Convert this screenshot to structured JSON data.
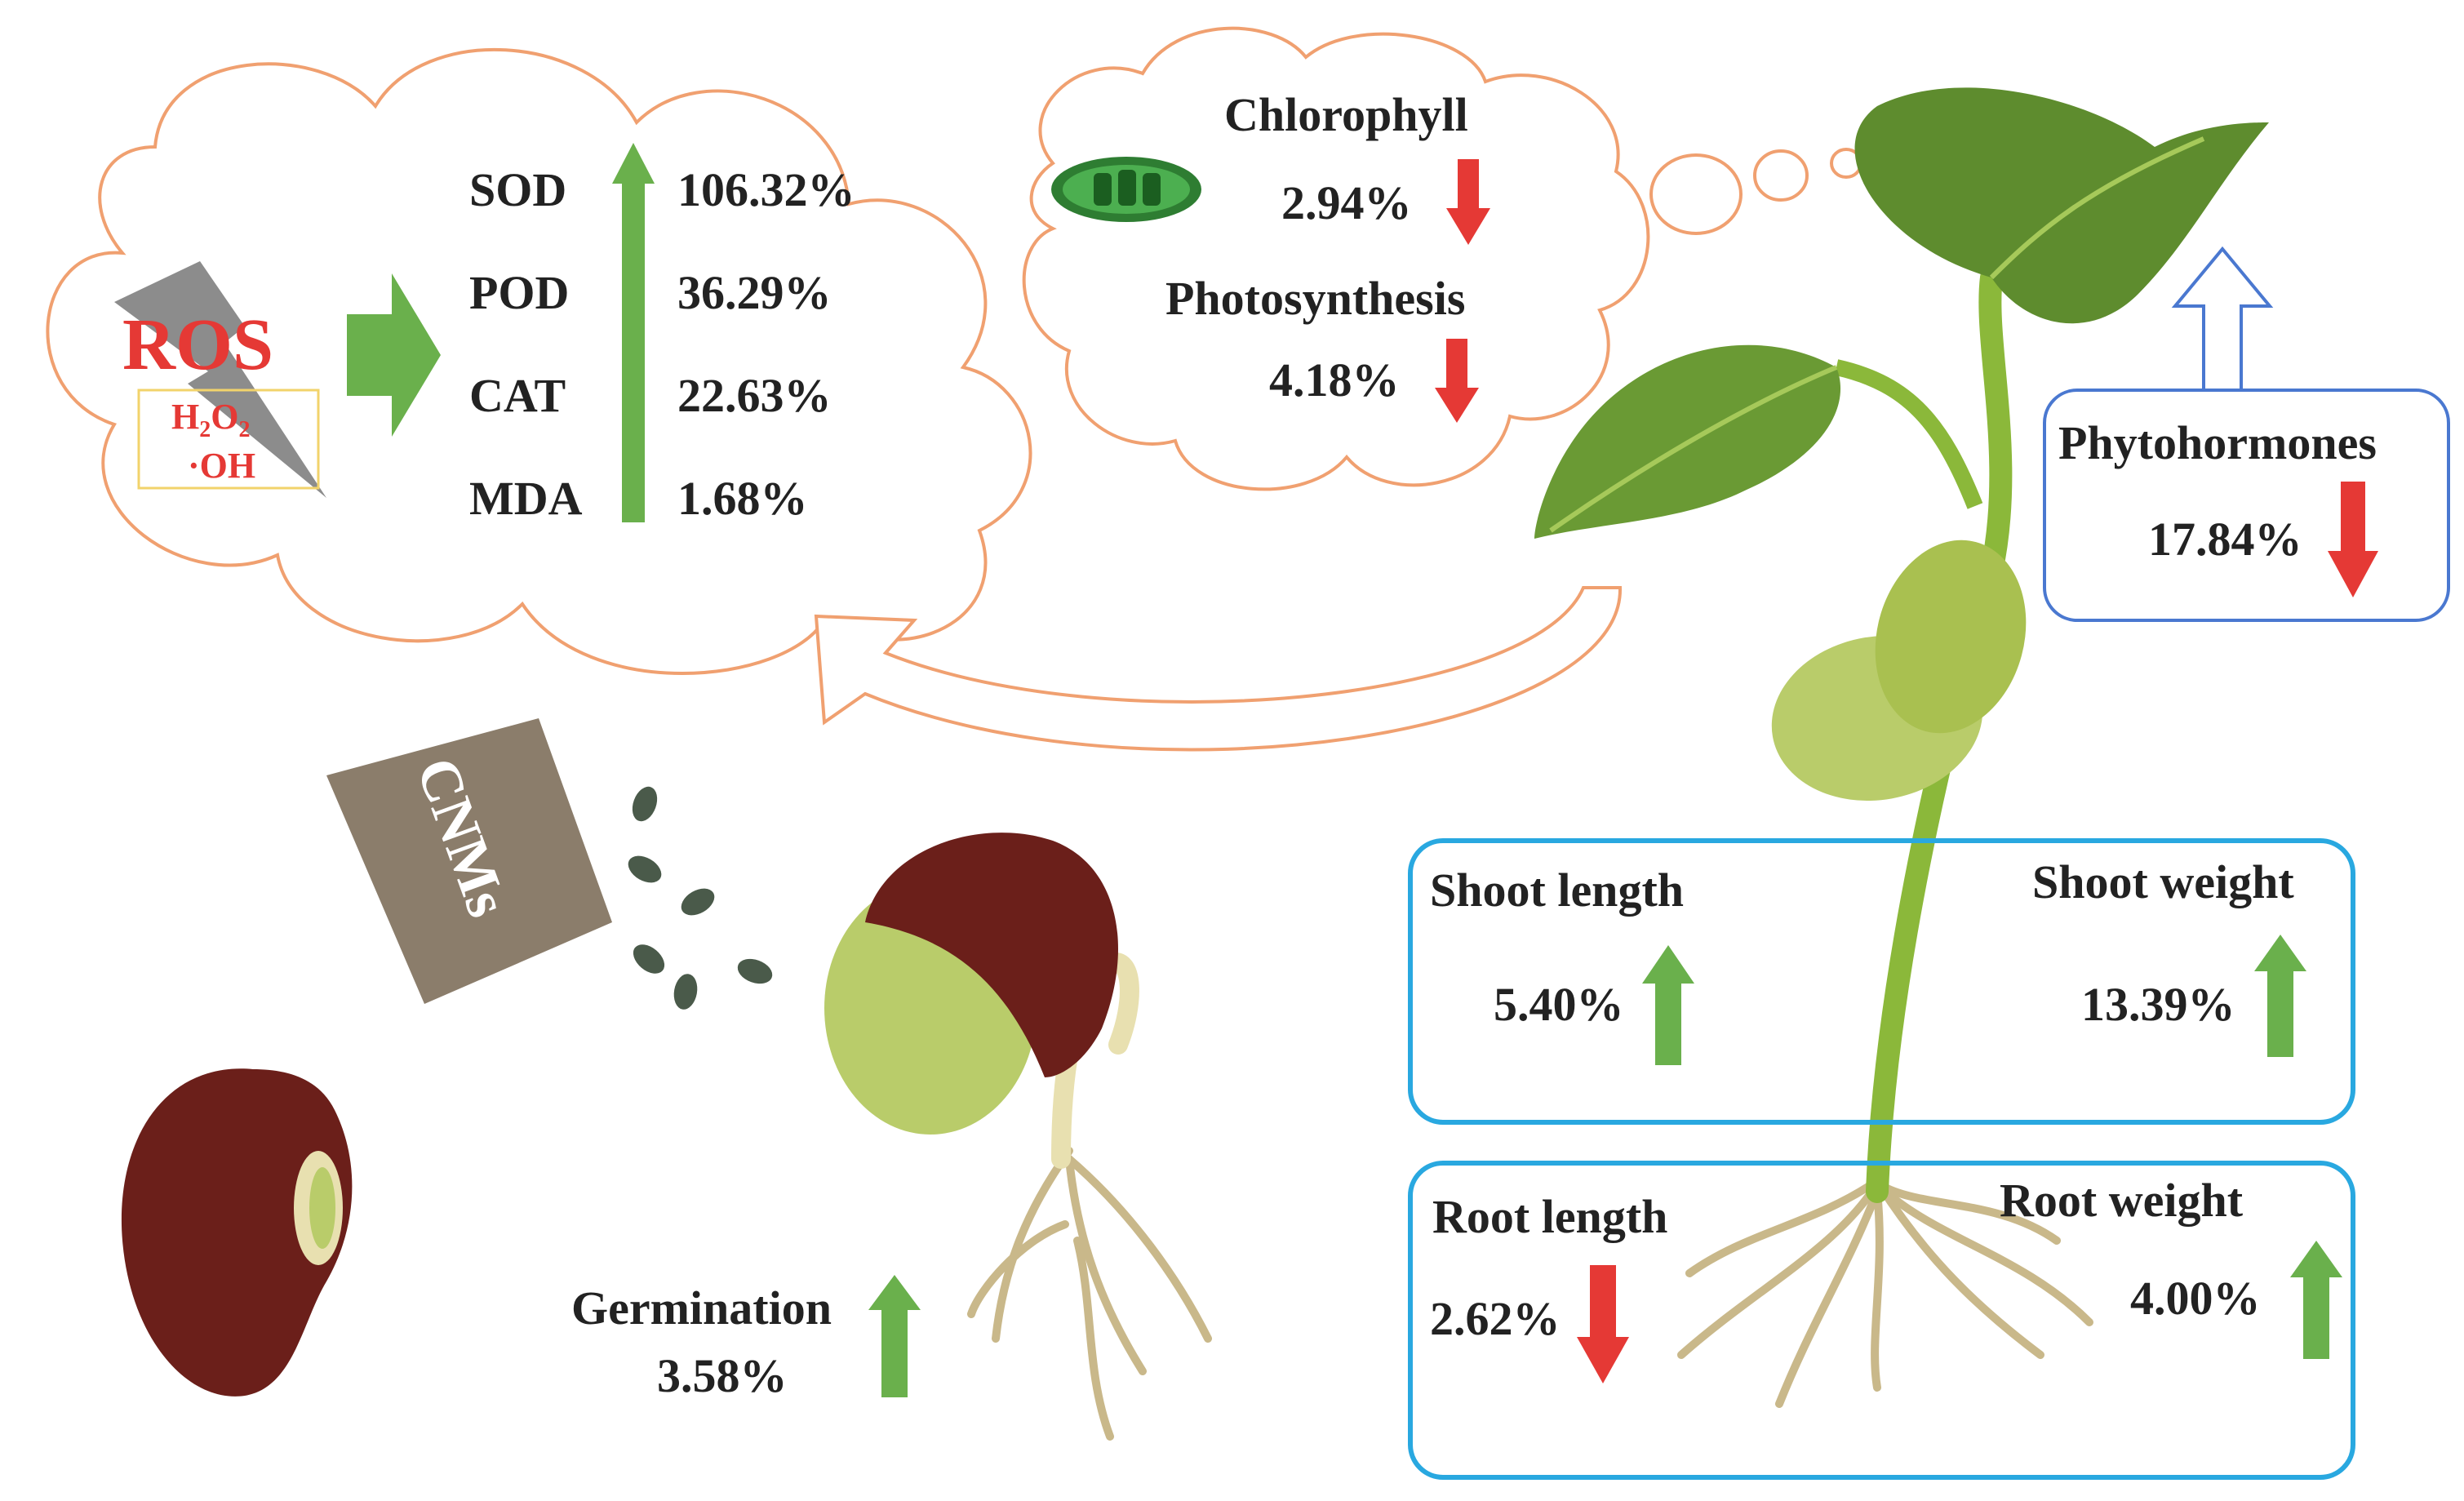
{
  "ros_cloud": {
    "ros_label": "ROS",
    "h2o2_main": "H",
    "h2o2_sub1": "2",
    "h2o2_mid": "O",
    "h2o2_sub2": "2",
    "oh_label": "·OH",
    "enzymes": [
      {
        "name": "SOD",
        "value": "106.32%"
      },
      {
        "name": "POD",
        "value": "36.29%"
      },
      {
        "name": "CAT",
        "value": "22.63%"
      },
      {
        "name": "MDA",
        "value": "1.68%"
      }
    ]
  },
  "chloro_cloud": {
    "chlorophyll_label": "Chlorophyll",
    "chlorophyll_value": "2.94%",
    "photosynthesis_label": "Photosynthesis",
    "photosynthesis_value": "4.18%"
  },
  "phytohormones": {
    "label": "Phytohormones",
    "value": "17.84%"
  },
  "cnms_label": "CNMs",
  "germination": {
    "label": "Germination",
    "value": "3.58%"
  },
  "shoot_box": {
    "length_label": "Shoot length",
    "length_value": "5.40%",
    "weight_label": "Shoot weight",
    "weight_value": "13.39%"
  },
  "root_box": {
    "length_label": "Root length",
    "length_value": "2.62%",
    "weight_label": "Root weight",
    "weight_value": "4.00%"
  },
  "colors": {
    "cloud_stroke": "#f0a070",
    "up_arrow": "#6ab04c",
    "down_arrow": "#e53935",
    "box_stroke": "#29a8e0",
    "phyto_stroke": "#4a78d0",
    "ros_red": "#e53935",
    "bean": "#6b1f1a",
    "leaf": "#5e8c2e"
  }
}
